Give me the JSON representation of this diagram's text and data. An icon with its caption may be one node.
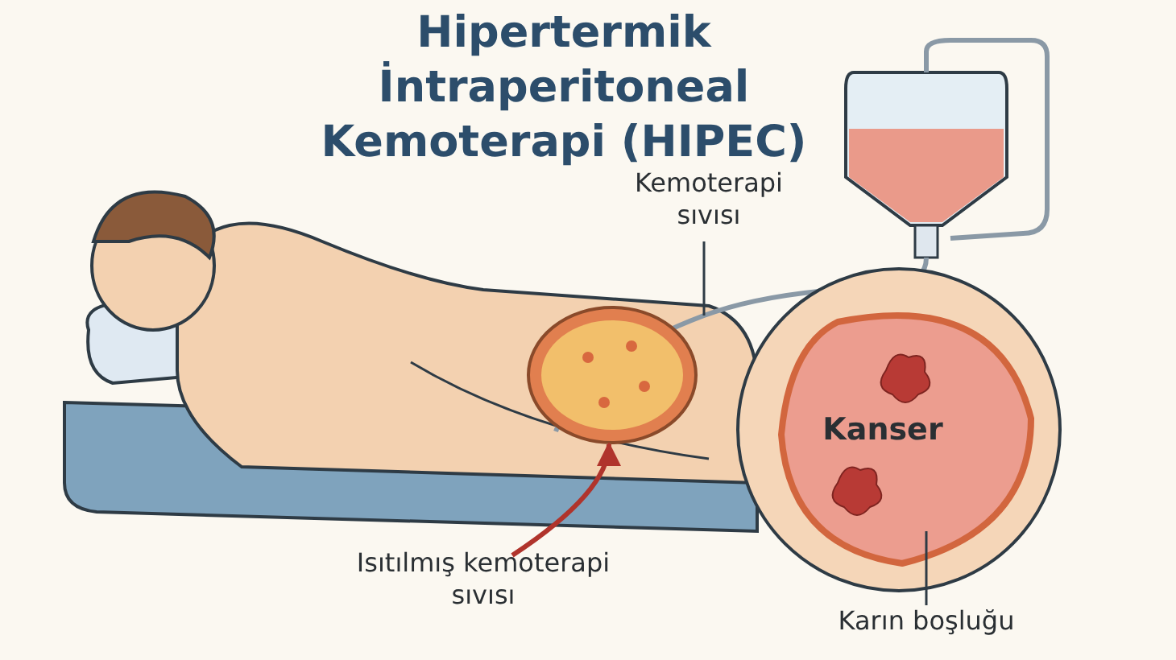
{
  "diagram": {
    "title": "Hipertermik İntraperitoneal Kemoterapi (HIPEC)",
    "nodes": [
      {
        "text": [
          "Kemoterapi sıvısı"
        ]
      },
      {
        "text": [],
        "shape": "picture"
      },
      {
        "text": [
          "Isıtılmış kemoterapi sıvısı"
        ]
      },
      {
        "text": [],
        "shape": "picture"
      },
      {
        "text": [
          "Karın boşluğu"
        ]
      },
      {
        "text": [],
        "shape": "circle"
      }
    ],
    "edges": [
      {
        "from": 0,
        "to": 1,
        "arrow": "none"
      },
      {
        "from": 2,
        "to": 3,
        "arrow": "to",
        "style": "thick",
        "color": "#b0342c"
      },
      {
        "from": 4,
        "to": 5,
        "arrow": "none"
      }
    ],
    "labels": [
      "Kanser"
    ]
  }
}
